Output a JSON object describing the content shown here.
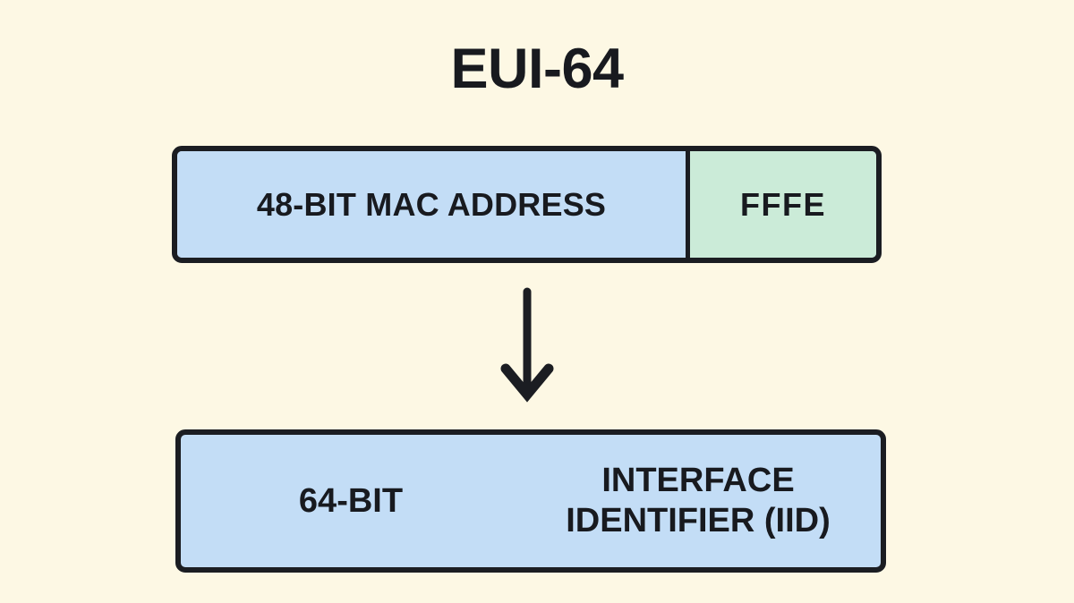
{
  "diagram": {
    "title": "EUI-64",
    "background_color": "#FDF8E4",
    "border_color": "#1B1D22",
    "text_color": "#181A1F",
    "top_bar": {
      "mac_segment": {
        "label": "48-BIT MAC ADDRESS",
        "fill_color": "#C3DDF6"
      },
      "fffe_segment": {
        "label": "FFFE",
        "fill_color": "#CBEBD8"
      }
    },
    "arrow": {
      "icon": "arrow-down-icon",
      "direction": "down",
      "color": "#1B1D22"
    },
    "bottom_bar": {
      "fill_color": "#C3DDF6",
      "bits_label": "64-BIT",
      "iid_label_line1": "INTERFACE",
      "iid_label_line2": "IDENTIFIER (IID)"
    }
  }
}
